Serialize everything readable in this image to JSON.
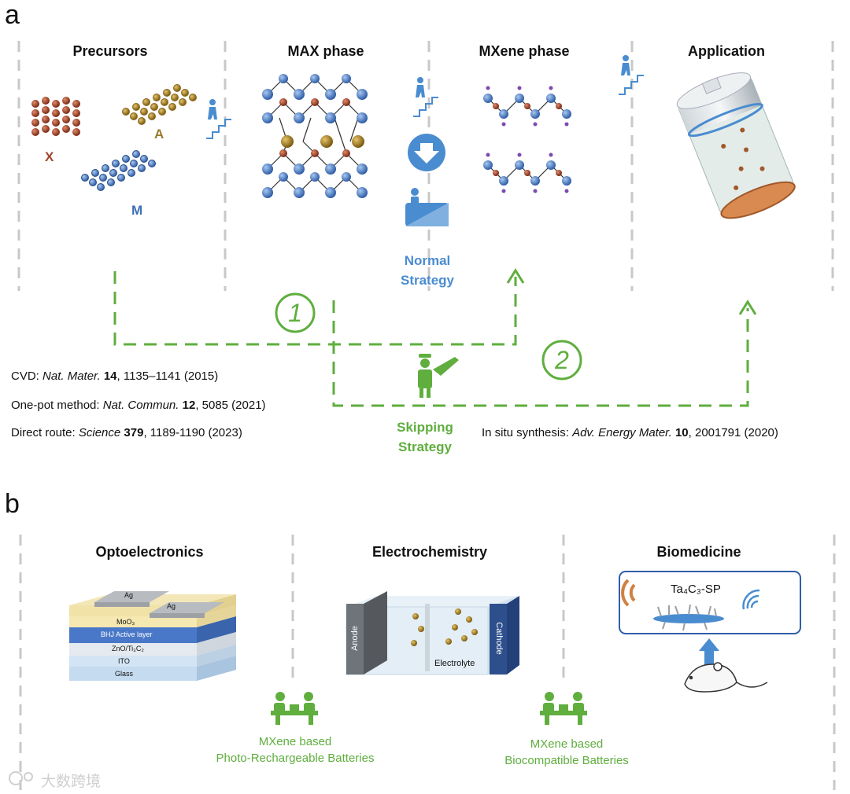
{
  "panel_a": {
    "letter": "a",
    "columns": [
      "Precursors",
      "MAX phase",
      "MXene phase",
      "Application"
    ],
    "precursor_labels": {
      "x": "X",
      "a": "A",
      "m": "M"
    },
    "normal_strategy": [
      "Normal",
      "Strategy"
    ],
    "skipping_strategy": [
      "Skipping",
      "Strategy"
    ],
    "route_numbers": [
      "1",
      "2"
    ],
    "references_left": [
      {
        "method": "CVD:",
        "journal": "Nat. Mater.",
        "volume": "14",
        "rest": ", 1135–1141 (2015)"
      },
      {
        "method": "One-pot method:",
        "journal": "Nat. Commun.",
        "volume": "12",
        "rest": ", 5085 (2021)"
      },
      {
        "method": "Direct route:",
        "journal": "Science",
        "volume": "379",
        "rest": ", 1189-1190 (2023)"
      }
    ],
    "reference_right": {
      "method": "In situ synthesis:",
      "journal": "Adv. Energy Mater.",
      "volume": "10",
      "rest": ", 2001791 (2020)"
    }
  },
  "panel_b": {
    "letter": "b",
    "columns": [
      "Optoelectronics",
      "Electrochemistry",
      "Biomedicine"
    ],
    "solar_layers": [
      "Ag",
      "Ag",
      "MoO₃",
      "BHJ Active layer",
      "ZnO/Ti₃C₂",
      "ITO",
      "Glass"
    ],
    "battery_labels": {
      "anode": "Anode",
      "cathode": "Cathode",
      "electrolyte": "Electrolyte"
    },
    "bio_label": "Ta₄C₃-SP",
    "notes": [
      [
        "MXene based",
        "Photo-Rechargeable Batteries"
      ],
      [
        "MXene based",
        "Biocompatible Batteries"
      ]
    ]
  },
  "watermark": "大数跨境",
  "colors": {
    "green": "#5fae3e",
    "blue": "#4a8cd0",
    "gray_dash": "#c8c8c8",
    "copper": "#a0482d",
    "gold": "#9a7a2a",
    "ball_blue": "#3d6fb3"
  }
}
